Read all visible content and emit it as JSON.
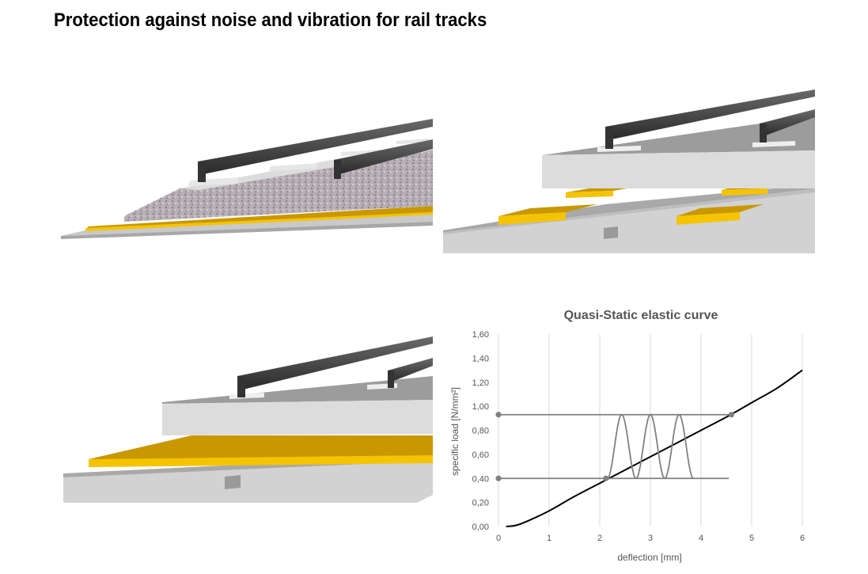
{
  "page": {
    "title": "Protection against noise and vibration for rail tracks"
  },
  "illustrations": [
    {
      "name": "ballast-mat-track",
      "colors": {
        "mat": "#F5C400",
        "mat_top": "#C99700",
        "rail": "#3a3a3a",
        "ballast": "#a9a2a8",
        "slab": "#c9c9c9"
      }
    },
    {
      "name": "discrete-bearing-floating-slab",
      "colors": {
        "mat": "#F5C400",
        "mat_top": "#C99700",
        "slab": "#c9c9c9"
      }
    },
    {
      "name": "full-surface-bearing-slab",
      "colors": {
        "mat": "#F5C400",
        "mat_top": "#C99700",
        "slab": "#c9c9c9"
      }
    }
  ],
  "chart_data": {
    "type": "line",
    "title": "Quasi-Static elastic curve",
    "xlabel": "deflection [mm]",
    "ylabel": "specific load [N/mm²]",
    "xlim": [
      0,
      6
    ],
    "ylim": [
      0,
      1.6
    ],
    "x_ticks": [
      "0",
      "1",
      "2",
      "3",
      "4",
      "5",
      "6"
    ],
    "y_ticks": [
      "0,00",
      "0,20",
      "0,40",
      "0,60",
      "0,80",
      "1,00",
      "1,20",
      "1,40",
      "1,60"
    ],
    "grid": "vertical",
    "series": [
      {
        "color": "#000000",
        "points": [
          [
            0.15,
            0.0
          ],
          [
            0.35,
            0.01
          ],
          [
            0.6,
            0.05
          ],
          [
            1.0,
            0.13
          ],
          [
            1.5,
            0.25
          ],
          [
            2.0,
            0.36
          ],
          [
            2.5,
            0.47
          ],
          [
            3.0,
            0.58
          ],
          [
            3.5,
            0.69
          ],
          [
            4.0,
            0.8
          ],
          [
            4.5,
            0.91
          ],
          [
            5.0,
            1.03
          ],
          [
            5.5,
            1.15
          ],
          [
            6.0,
            1.3
          ]
        ]
      },
      {
        "color": "#808080",
        "points": [
          [
            0.0,
            0.93
          ],
          [
            4.6,
            0.93
          ]
        ]
      },
      {
        "color": "#808080",
        "points": [
          [
            0.0,
            0.4
          ],
          [
            4.55,
            0.4
          ]
        ]
      },
      {
        "color": "#808080",
        "shape": "sine-oscillation",
        "x_range": [
          2.15,
          3.85
        ],
        "y_range": [
          0.4,
          0.93
        ],
        "cycles": 3
      }
    ],
    "markers": [
      [
        0.0,
        0.93
      ],
      [
        4.6,
        0.93
      ],
      [
        0.0,
        0.4
      ],
      [
        2.12,
        0.4
      ]
    ]
  }
}
